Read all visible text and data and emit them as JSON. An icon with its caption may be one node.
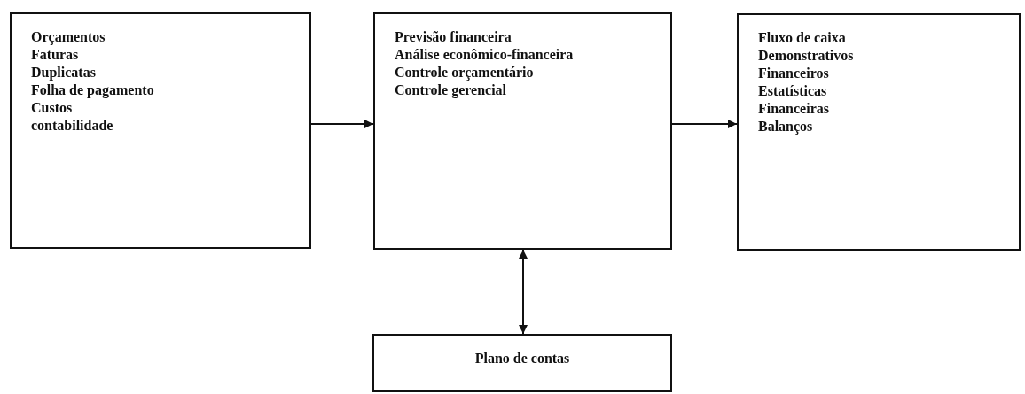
{
  "diagram": {
    "nodes": [
      {
        "text": [
          "Orçamentos",
          "Faturas",
          "Duplicatas",
          "Folha de pagamento",
          "Custos",
          "contabilidade"
        ]
      },
      {
        "text": [
          "Previsão financeira",
          "Análise econômico-financeira",
          "Controle orçamentário",
          "Controle gerencial"
        ]
      },
      {
        "text": [
          "Fluxo de caixa",
          "Demonstrativos",
          "Financeiros",
          "Estatísticas",
          "Financeiras",
          "Balanços"
        ]
      },
      {
        "text": [
          "Plano de contas"
        ]
      }
    ],
    "edges": [
      {
        "from": 0,
        "to": 1,
        "arrow": "to"
      },
      {
        "from": 1,
        "to": 2,
        "arrow": "to"
      },
      {
        "from": 1,
        "to": 3,
        "arrow": "both"
      }
    ]
  }
}
